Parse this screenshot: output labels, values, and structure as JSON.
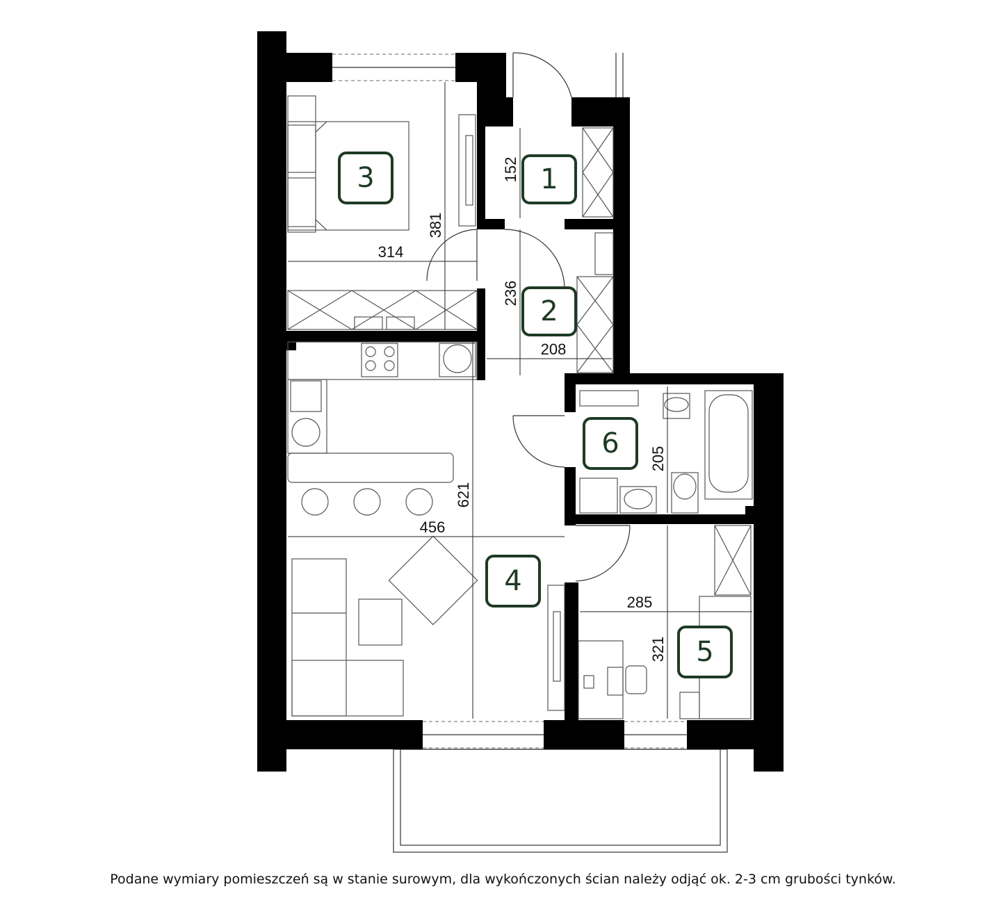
{
  "rooms": [
    {
      "id": "1",
      "label": "1"
    },
    {
      "id": "2",
      "label": "2"
    },
    {
      "id": "3",
      "label": "3"
    },
    {
      "id": "4",
      "label": "4"
    },
    {
      "id": "5",
      "label": "5"
    },
    {
      "id": "6",
      "label": "6"
    }
  ],
  "dimensions": {
    "room1_height": "152",
    "room2_height": "236",
    "room2_width": "208",
    "room3_width": "314",
    "room3_height": "381",
    "room4_width": "456",
    "room4_height": "621",
    "room5_width": "285",
    "room5_height": "321",
    "room6_height": "205"
  },
  "footnote": "Podane wymiary pomieszczeń są w stanie surowym, dla wykończonych ścian należy odjąć ok. 2-3 cm grubości tynków.",
  "colors": {
    "badge": "#1e3a24",
    "wall": "#000000"
  }
}
